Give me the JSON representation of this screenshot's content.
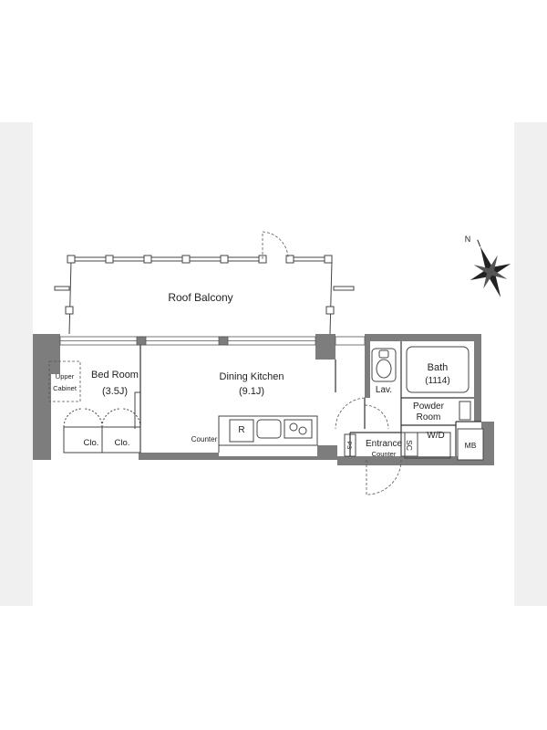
{
  "floor_plan": {
    "rooms": {
      "roof_balcony": "Roof Balcony",
      "bed_room": "Bed Room",
      "bed_room_size": "(3.5J)",
      "upper_cabinet_line1": "Upper",
      "upper_cabinet_line2": "Cabinet",
      "closet_1": "Clo.",
      "closet_2": "Clo.",
      "dining_kitchen": "Dining Kitchen",
      "dining_kitchen_size": "(9.1J)",
      "refrigerator": "R",
      "kitchen_counter": "Counter",
      "lavatory": "Lav.",
      "bath": "Bath",
      "bath_size": "(1114)",
      "powder_room_line1": "Powder",
      "powder_room_line2": "Room",
      "washer_dryer": "W/D",
      "entrance": "Entrance",
      "entrance_counter": "Counter",
      "shoe_closet": "SC",
      "pipe_space": "PS",
      "meter_box": "MB"
    },
    "compass": {
      "north_label": "N"
    },
    "colors": {
      "wall": "#7d7d7d",
      "line": "#333333",
      "side_band": "#f0f0f0"
    }
  }
}
